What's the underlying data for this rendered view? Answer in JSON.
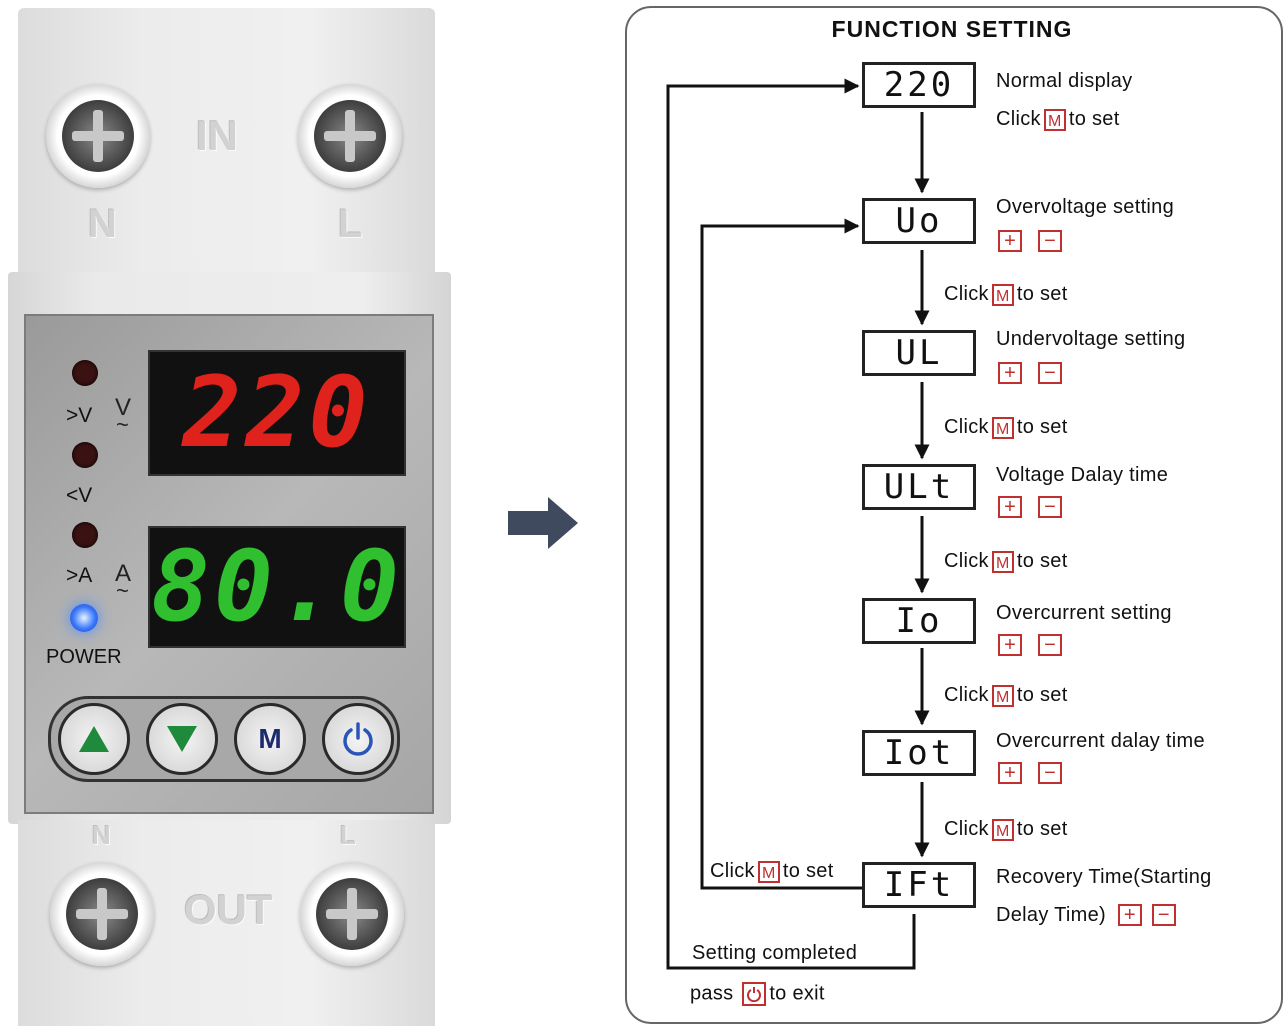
{
  "device": {
    "top_in_label": "IN",
    "top_n_label": "N",
    "top_l_label": "L",
    "bottom_out_label": "OUT",
    "bottom_n_label": "N",
    "bottom_l_label": "L",
    "voltage_display": "220",
    "current_display": "80.0",
    "label_over_v": ">V",
    "label_under_v": "<V",
    "label_over_a": ">A",
    "unit_v": "V",
    "unit_a": "A",
    "unit_tilde": "~",
    "power_label": "POWER",
    "button_m": "M",
    "colors": {
      "voltage_digits": "#e0221c",
      "current_digits": "#2fbf2f"
    },
    "buttons": [
      "up-arrow-icon",
      "down-arrow-icon",
      "m-button",
      "power-icon"
    ]
  },
  "panel": {
    "title": "FUNCTION SETTING",
    "steps": [
      {
        "lcd": "220",
        "text1": "Normal display",
        "text2_pre": "Click",
        "key": "M",
        "text2_post": "to set"
      },
      {
        "lcd": "Uo",
        "text1": "Overvoltage  setting"
      },
      {
        "lcd": "UL",
        "text1": "Undervoltage  setting"
      },
      {
        "lcd": "ULt",
        "text1": "Voltage  Dalay  time"
      },
      {
        "lcd": "Io",
        "text1": "Overcurrent  setting"
      },
      {
        "lcd": "Iot",
        "text1": "Overcurrent  dalay time"
      },
      {
        "lcd": "IFt",
        "text1": "Recovery Time(Starting",
        "text2": "Delay Time)"
      }
    ],
    "between": {
      "pre": "Click",
      "key": "M",
      "post": "to set"
    },
    "plus": "+",
    "minus": "−",
    "loop_click_pre": "Click",
    "loop_click_key": "M",
    "loop_click_post": "to set",
    "completed_line1": "Setting  completed",
    "completed_pre": "pass",
    "completed_post": "to exit"
  }
}
